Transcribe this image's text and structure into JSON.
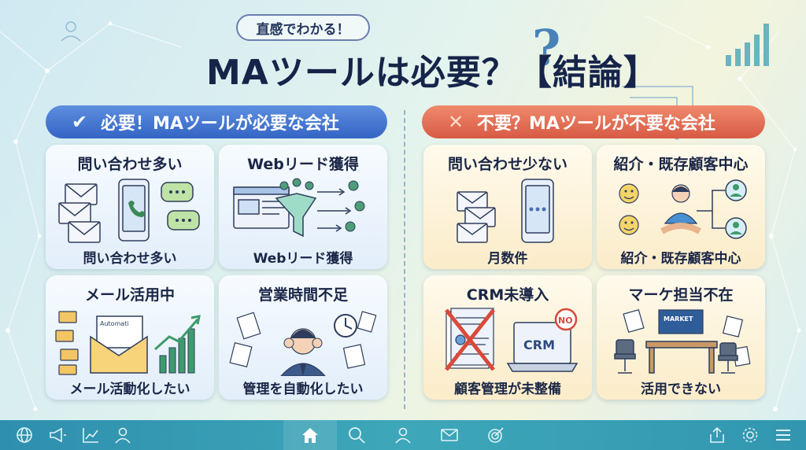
{
  "header": {
    "tagline": "直感でわかる！",
    "title": "MAツールは必要？【結論】"
  },
  "sections": {
    "needed": {
      "mark": "✔",
      "label": "必要！MAツールが必要な会社",
      "color": "#3f6fcc",
      "cards": [
        {
          "title": "問い合わせ多い",
          "caption": "問い合わせ多い"
        },
        {
          "title": "Webリード獲得",
          "caption": "Webリード獲得"
        },
        {
          "title": "メール活用中",
          "caption": "メール活動化したい",
          "art_text": "Automati"
        },
        {
          "title": "営業時間不足",
          "caption": "管理を自動化したい"
        }
      ]
    },
    "not_needed": {
      "mark": "✕",
      "label": "不要？MAツールが不要な会社",
      "color": "#e06a50",
      "cards": [
        {
          "title": "問い合わせ少ない",
          "caption": "月数件"
        },
        {
          "title": "紹介・既存顧客中心",
          "caption": "紹介・既存顧客中心"
        },
        {
          "title": "CRM未導入",
          "caption": "顧客管理が未整備",
          "art_text_1": "CRM",
          "art_text_2": "NO"
        },
        {
          "title": "マーケ担当不在",
          "caption": "活用できない",
          "art_text": "MARKET"
        }
      ]
    }
  },
  "nav": {
    "icons": [
      "globe-icon",
      "megaphone-icon",
      "chart-icon",
      "user-icon",
      "home-icon",
      "search-icon",
      "profile-icon",
      "mail-icon",
      "target-icon",
      "share-icon",
      "settings-icon",
      "menu-icon"
    ]
  }
}
